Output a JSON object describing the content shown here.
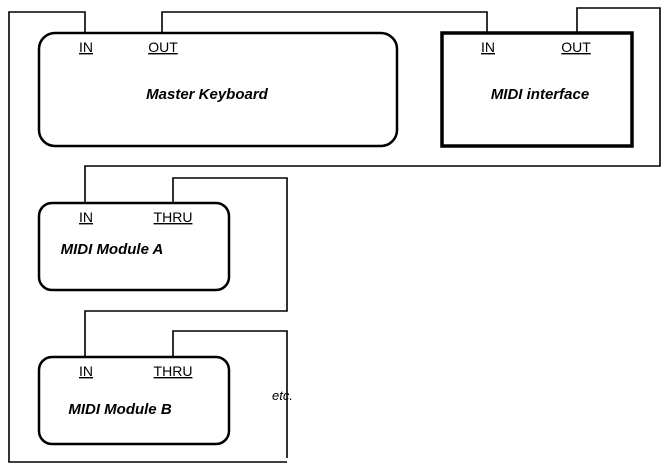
{
  "devices": {
    "master_keyboard": {
      "name": "Master Keyboard",
      "port_in": "IN",
      "port_out": "OUT"
    },
    "midi_interface": {
      "name": "MIDI interface",
      "port_in": "IN",
      "port_out": "OUT"
    },
    "module_a": {
      "name": "MIDI Module A",
      "port_in": "IN",
      "port_thru": "THRU"
    },
    "module_b": {
      "name": "MIDI Module B",
      "port_in": "IN",
      "port_thru": "THRU"
    }
  },
  "continuation_note": "etc."
}
